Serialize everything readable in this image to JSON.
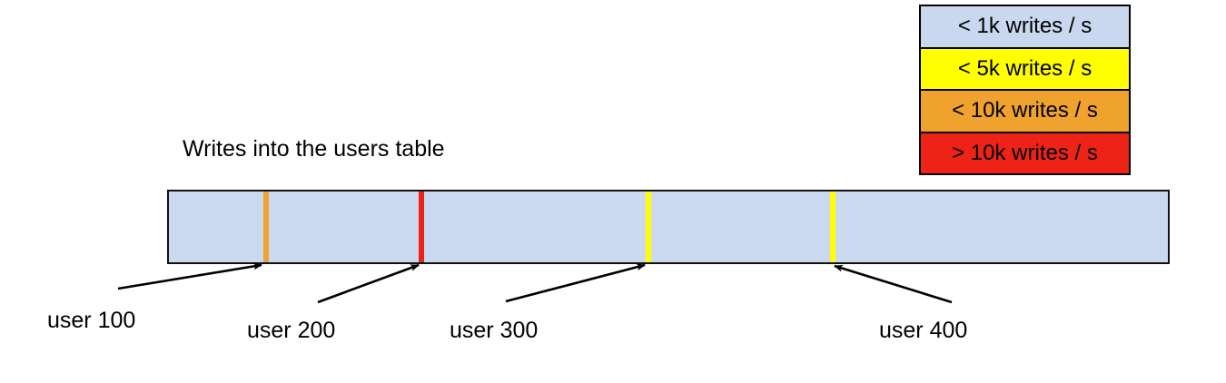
{
  "chart_data": {
    "type": "bar",
    "title": "Writes into the users table",
    "xlabel": "",
    "ylabel": "",
    "orientation": "horizontal",
    "description": "A single horizontal band representing the users table key range, colored by write throughput, with vertical hot-spot stripes at four user boundaries.",
    "base_color": "#cbd9f0",
    "base_category": "< 1k writes / s",
    "categories": [
      "< 1k writes / s",
      "< 5k writes / s",
      "< 10k writes / s",
      "> 10k writes / s"
    ],
    "markers": [
      {
        "label": "user 100",
        "category": "< 10k writes / s",
        "color": "#f0a22e",
        "x_fraction": 0.096
      },
      {
        "label": "user 200",
        "category": "> 10k writes / s",
        "color": "#ee2317",
        "x_fraction": 0.251
      },
      {
        "label": "user 300",
        "category": "< 5k writes / s",
        "color": "#ffff00",
        "x_fraction": 0.477
      },
      {
        "label": "user 400",
        "category": "< 5k writes / s",
        "color": "#ffff00",
        "x_fraction": 0.661
      }
    ]
  },
  "legend": {
    "position": "top-right",
    "rows": [
      {
        "label": "< 1k writes / s",
        "color": "#c9d8ee"
      },
      {
        "label": "< 5k writes / s",
        "color": "#ffff00"
      },
      {
        "label": "< 10k writes / s",
        "color": "#f0a22e"
      },
      {
        "label": "> 10k writes / s",
        "color": "#ee2317"
      }
    ]
  },
  "annotations": {
    "labels": [
      {
        "text": "user 100"
      },
      {
        "text": "user 200"
      },
      {
        "text": "user 300"
      },
      {
        "text": "user 400"
      }
    ]
  }
}
